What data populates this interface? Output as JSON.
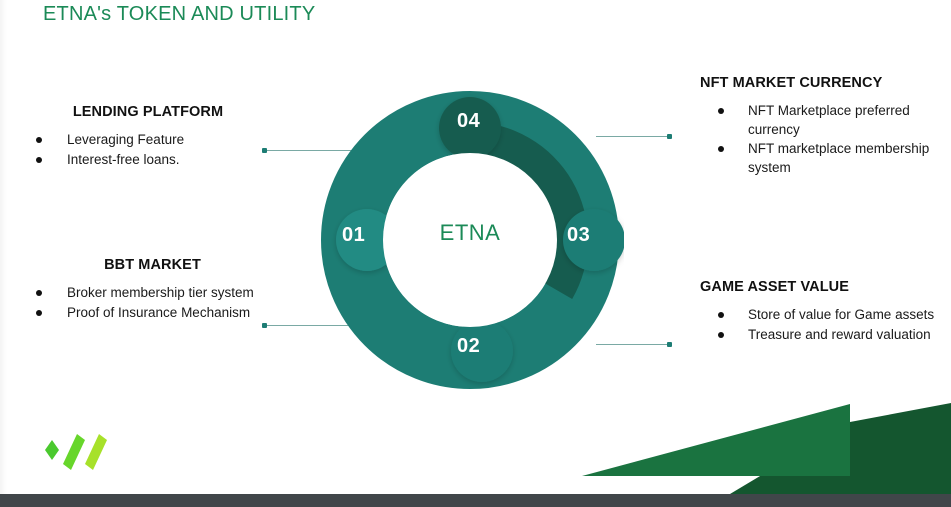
{
  "slide": {
    "title": "ETNA's TOKEN AND UTILITY",
    "center_label": "ETNA",
    "accent_green": "#1b8a57",
    "teal": "#1d7d74",
    "teal_dark": "#165c4f",
    "teal_light": "#228b83",
    "line_color": "#7aa9a4",
    "footer_color": "#41464a",
    "deco_green_light": "#1a7340",
    "deco_green_dark": "#14562f",
    "logo_green_light": "#a7e12a",
    "logo_green_mid": "#67d62b",
    "logo_green_dark": "#4ac92e"
  },
  "segments": [
    {
      "number": "01",
      "color": "#228b83"
    },
    {
      "number": "02",
      "color": "#1d7d74"
    },
    {
      "number": "03",
      "color": "#1d7d74"
    },
    {
      "number": "04",
      "color": "#165c4f"
    }
  ],
  "blocks": [
    {
      "id": "lending",
      "side": "left",
      "title": "LENDING PLATFORM",
      "bullets": [
        "Leveraging Feature",
        "Interest-free loans."
      ]
    },
    {
      "id": "bbt",
      "side": "left",
      "title": "BBT MARKET",
      "bullets": [
        "Broker membership tier system",
        "Proof of Insurance Mechanism"
      ]
    },
    {
      "id": "nft",
      "side": "right",
      "title": "NFT MARKET CURRENCY",
      "bullets": [
        "NFT Marketplace preferred currency",
        "NFT marketplace membership system"
      ]
    },
    {
      "id": "game",
      "side": "right",
      "title": "GAME ASSET VALUE",
      "bullets": [
        "Store of value for Game assets",
        "Treasure and reward valuation"
      ]
    }
  ]
}
